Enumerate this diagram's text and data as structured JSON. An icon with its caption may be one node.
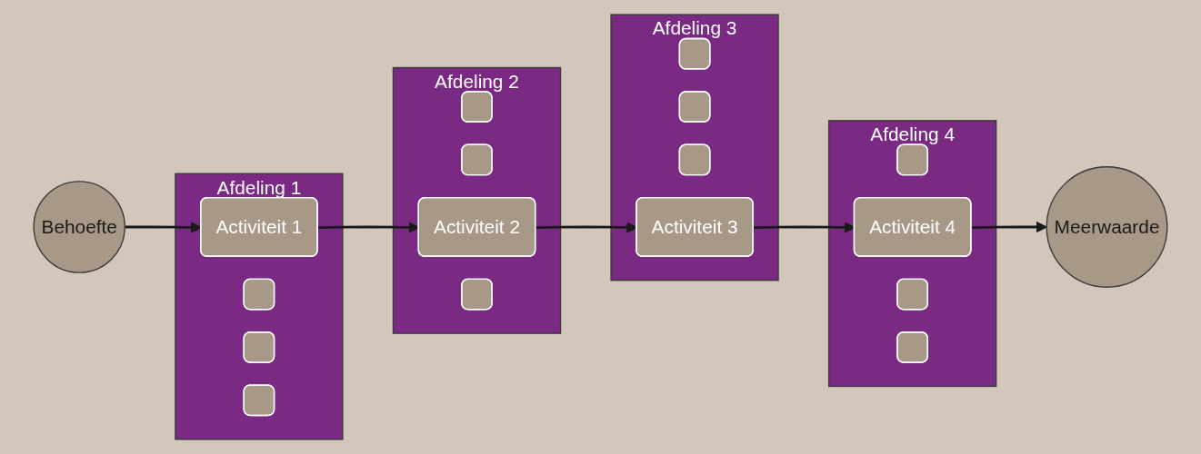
{
  "diagram": {
    "nodes": [
      {
        "text": [
          "Behoefte"
        ]
      },
      {
        "text": [
          "Afdeling 1"
        ]
      },
      {
        "text": [
          "Activiteit 1"
        ],
        "in": 1
      },
      {
        "text": [],
        "shape": "box",
        "in": 1
      },
      {
        "text": [],
        "shape": "box",
        "in": 1
      },
      {
        "text": [],
        "shape": "box",
        "in": 1
      },
      {
        "text": [
          "Afdeling 2"
        ]
      },
      {
        "text": [],
        "shape": "box",
        "in": 6
      },
      {
        "text": [],
        "shape": "box",
        "in": 6
      },
      {
        "text": [
          "Activiteit 2"
        ],
        "in": 6
      },
      {
        "text": [],
        "shape": "box",
        "in": 6
      },
      {
        "text": [
          "Afdeling 3"
        ]
      },
      {
        "text": [],
        "shape": "box",
        "in": 11
      },
      {
        "text": [],
        "shape": "box",
        "in": 11
      },
      {
        "text": [],
        "shape": "box",
        "in": 11
      },
      {
        "text": [
          "Activiteit 3"
        ],
        "in": 11
      },
      {
        "text": [
          "Afdeling 4"
        ]
      },
      {
        "text": [],
        "shape": "box",
        "in": 16
      },
      {
        "text": [
          "Activiteit 4"
        ],
        "in": 16
      },
      {
        "text": [],
        "shape": "box",
        "in": 16
      },
      {
        "text": [],
        "shape": "box",
        "in": 16
      },
      {
        "text": [
          "Meerwaarde"
        ]
      }
    ],
    "edges": [
      {
        "from": 0,
        "to": 2,
        "arrow": "to"
      },
      {
        "from": 2,
        "to": 9,
        "arrow": "to"
      },
      {
        "from": 9,
        "to": 15,
        "arrow": "to"
      },
      {
        "from": 15,
        "to": 18,
        "arrow": "to"
      },
      {
        "from": 18,
        "to": 21,
        "arrow": "to"
      }
    ]
  }
}
